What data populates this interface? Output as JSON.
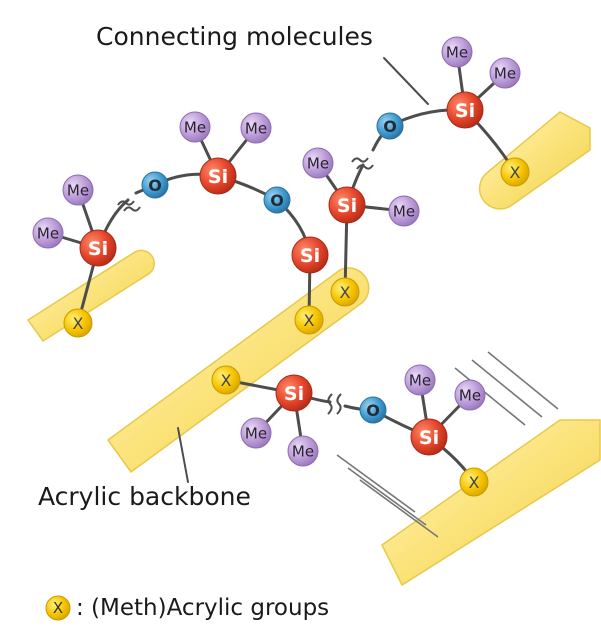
{
  "labels": {
    "connecting_molecules": "Connecting molecules",
    "acrylic_backbone": "Acrylic backbone",
    "legend": ": (Meth)Acrylic groups"
  },
  "symbols": {
    "si": "Si",
    "o": "O",
    "me": "Me",
    "x": "X"
  },
  "colors": {
    "si": "#e8442a",
    "o": "#3f9ccf",
    "me": "#b99ad6",
    "x": "#f5c000",
    "backbone": "#fbe783",
    "bond": "#4d4d4d"
  }
}
